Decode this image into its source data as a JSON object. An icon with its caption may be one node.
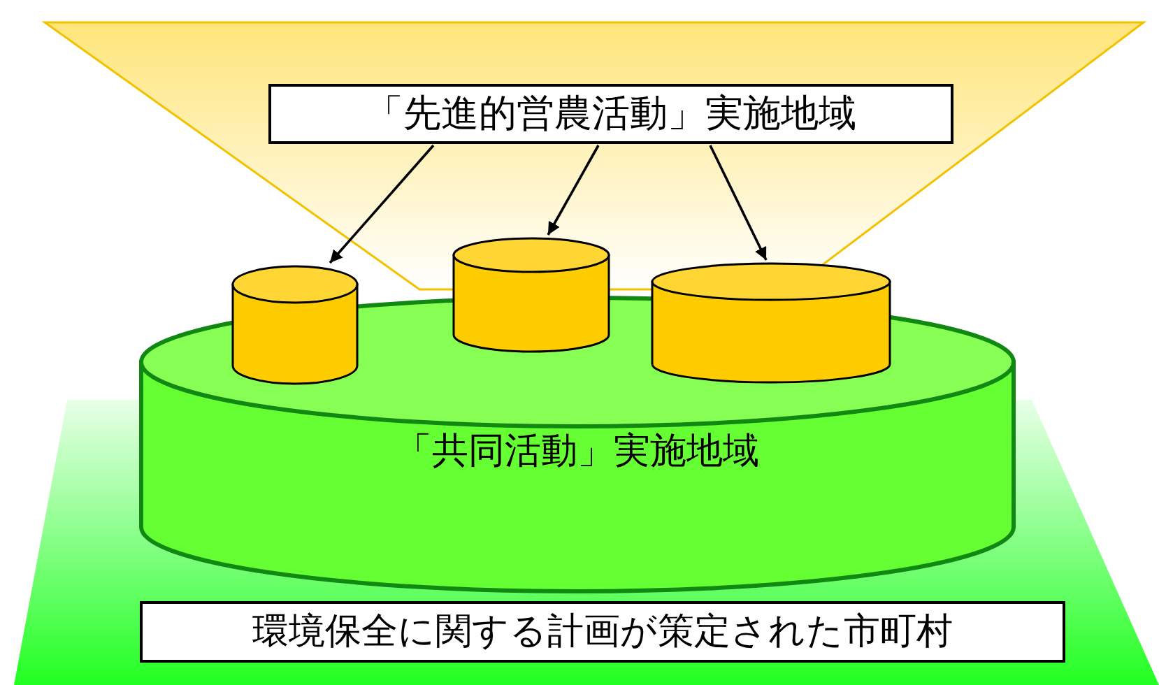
{
  "diagram": {
    "nodes": [
      {
        "text": [
          "「先進的営農活動」実施地域"
        ]
      },
      {
        "text": [],
        "shape": "cylinder"
      },
      {
        "text": [],
        "shape": "cylinder"
      },
      {
        "text": [],
        "shape": "cylinder"
      },
      {
        "text": [
          "「共同活動」実施地域"
        ]
      },
      {
        "text": [
          "環境保全に関する計画が策定された市町村"
        ]
      }
    ],
    "edges": [
      {
        "from": 0,
        "to": 1,
        "arrow": "to"
      },
      {
        "from": 0,
        "to": 2,
        "arrow": "to"
      },
      {
        "from": 0,
        "to": 3,
        "arrow": "to"
      }
    ]
  }
}
